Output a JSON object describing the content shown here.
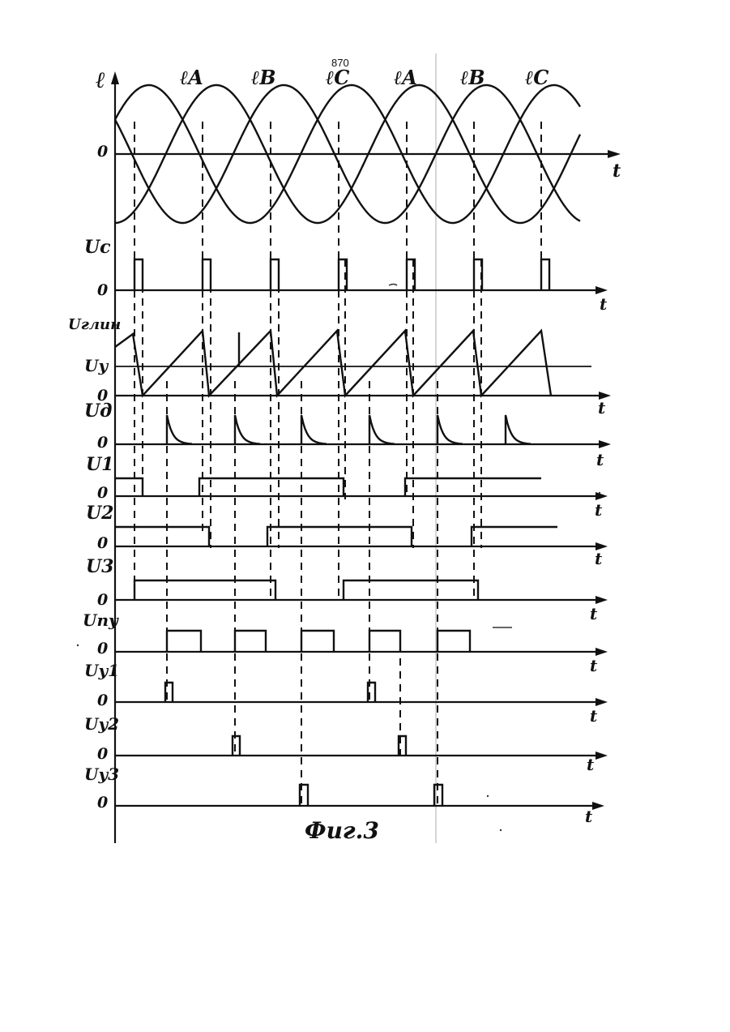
{
  "page_number": "870",
  "caption": "Фиг.3",
  "phase_labels": [
    "ℓA",
    "ℓB",
    "ℓC",
    "ℓA",
    "ℓB",
    "ℓC"
  ],
  "top_axis": {
    "y_label": "ℓ",
    "zero_label": "0",
    "t_label": "t"
  },
  "rows": [
    {
      "name": "Uc",
      "label": "Uc",
      "zero": "0",
      "t": "t"
    },
    {
      "name": "Uglin",
      "label": "Uглин",
      "zero": "0",
      "t": "t",
      "level_label": "Uy"
    },
    {
      "name": "Ud",
      "label": "Uд",
      "zero": "0",
      "t": "t"
    },
    {
      "name": "U1",
      "label": "U1",
      "zero": "0",
      "t": "t"
    },
    {
      "name": "U2",
      "label": "U2",
      "zero": "0",
      "t": "t"
    },
    {
      "name": "U3",
      "label": "U3",
      "zero": "0",
      "t": "t"
    },
    {
      "name": "Upy",
      "label": "Uпу",
      "zero": "0",
      "t": "t"
    },
    {
      "name": "Uy1",
      "label": "Uy1",
      "zero": "0",
      "t": "t"
    },
    {
      "name": "Uy2",
      "label": "Uy2",
      "zero": "0",
      "t": "t"
    },
    {
      "name": "Uy3",
      "label": "Uy3",
      "zero": "0",
      "t": "t"
    }
  ]
}
